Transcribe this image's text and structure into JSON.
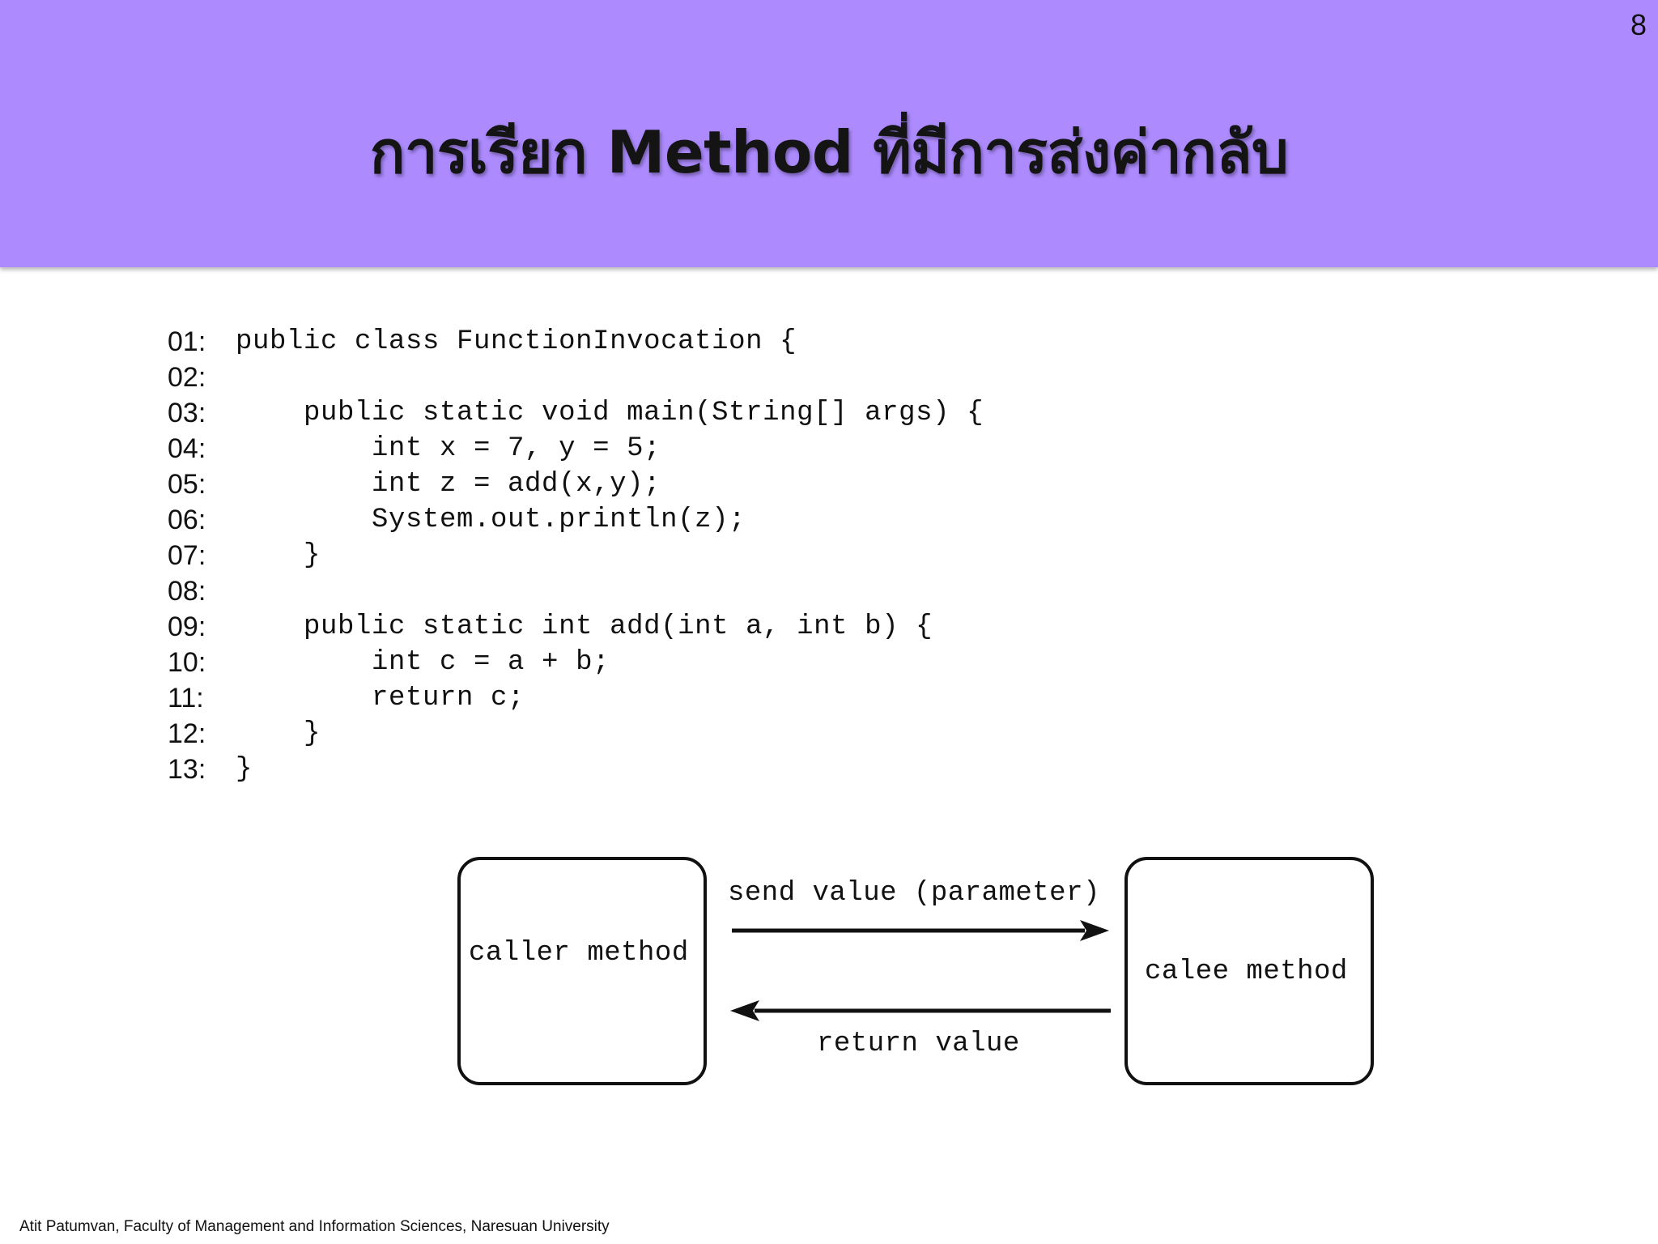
{
  "slide": {
    "page_number": "8",
    "title": "การเรียก Method ที่มีการส่งค่ากลับ",
    "footer": "Atit Patumvan, Faculty of Management and Information Sciences, Naresuan University"
  },
  "code": {
    "lines": [
      {
        "num": "01:",
        "text": "public class FunctionInvocation {"
      },
      {
        "num": "02:",
        "text": ""
      },
      {
        "num": "03:",
        "text": "    public static void main(String[] args) {"
      },
      {
        "num": "04:",
        "text": "        int x = 7, y = 5;"
      },
      {
        "num": "05:",
        "text": "        int z = add(x,y);"
      },
      {
        "num": "06:",
        "text": "        System.out.println(z);"
      },
      {
        "num": "07:",
        "text": "    }"
      },
      {
        "num": "08:",
        "text": ""
      },
      {
        "num": "09:",
        "text": "    public static int add(int a, int b) {"
      },
      {
        "num": "10:",
        "text": "        int c = a + b;"
      },
      {
        "num": "11:",
        "text": "        return c;"
      },
      {
        "num": "12:",
        "text": "    }"
      },
      {
        "num": "13:",
        "text": "}"
      }
    ]
  },
  "diagram": {
    "caller_label": "caller method",
    "callee_label": "calee method",
    "send_label": "send value (parameter)",
    "return_label": "return value"
  }
}
